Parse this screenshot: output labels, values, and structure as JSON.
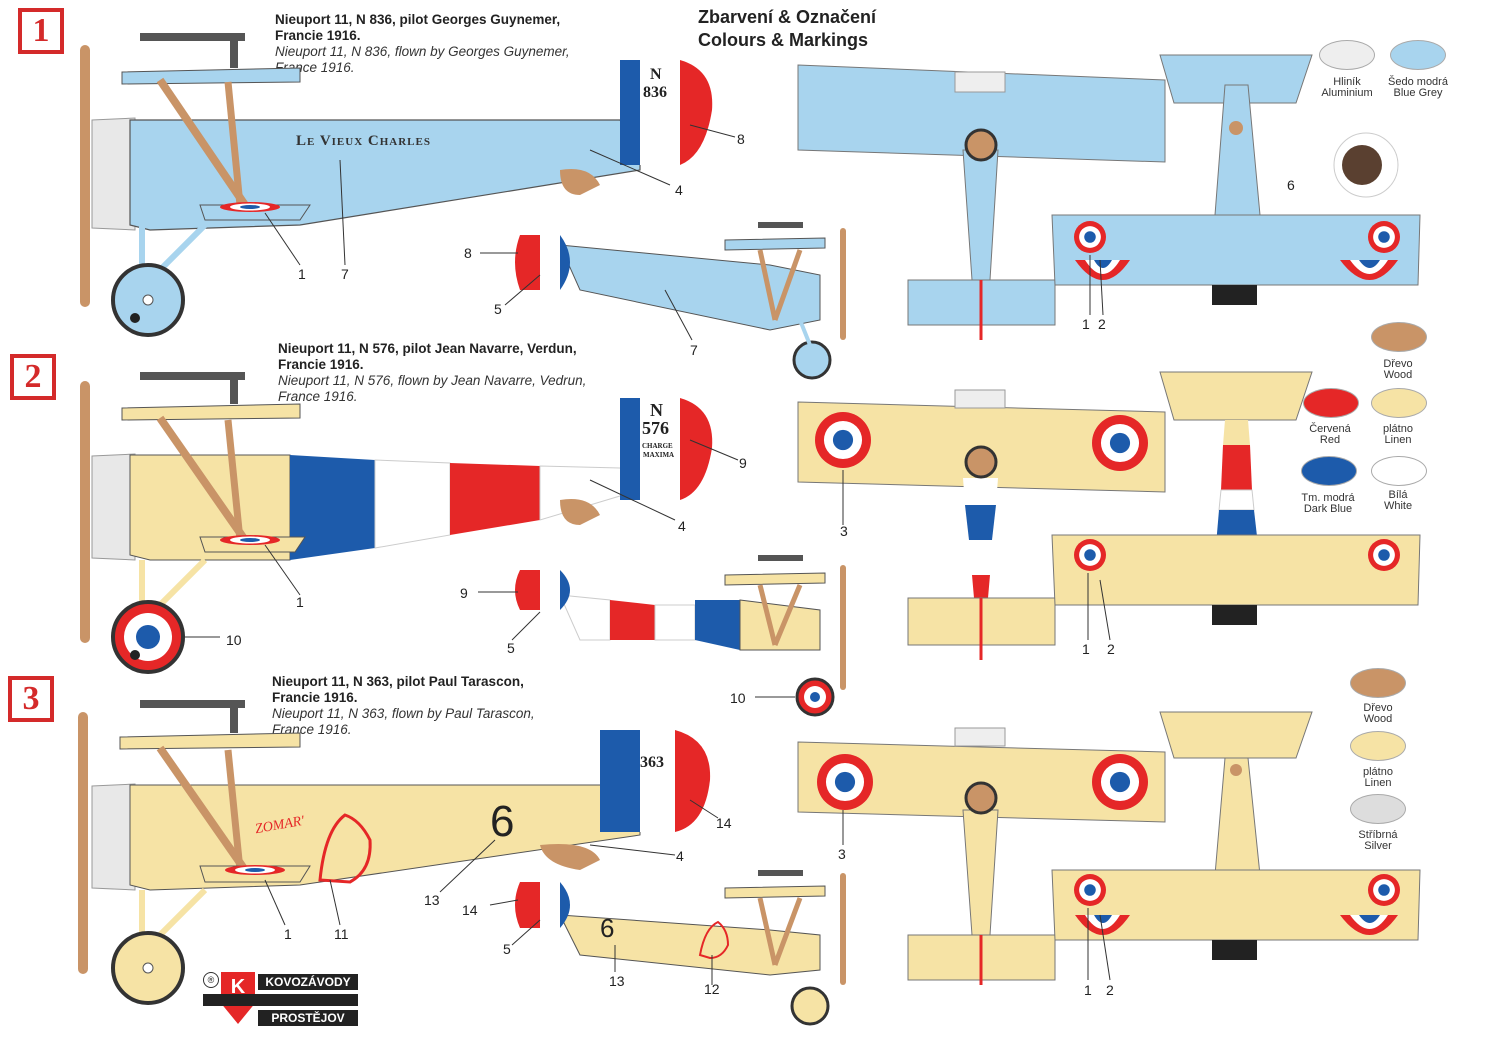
{
  "header": {
    "line1": "Zbarvení & Označení",
    "line2": "Colours & Markings"
  },
  "schemes": [
    {
      "badge": "1",
      "title_cz1": "Nieuport 11, N 836, pilot Georges Guynemer,",
      "title_cz2": "Francie 1916.",
      "title_en1": "Nieuport 11, N 836, flown by Georges Guynemer,",
      "title_en2": "France 1916.",
      "fuselage_text": "Le Vieux Charles",
      "rudder_letter": "N",
      "rudder_number": "836"
    },
    {
      "badge": "2",
      "title_cz1": "Nieuport 11, N 576, pilot Jean Navarre, Verdun,",
      "title_cz2": "Francie 1916.",
      "title_en1": "Nieuport 11, N 576, flown by Jean Navarre, Vedrun,",
      "title_en2": "France 1916.",
      "rudder_letter": "N",
      "rudder_number": "576",
      "rudder_sub1": "CHARGE",
      "rudder_sub2": "MAXIMA"
    },
    {
      "badge": "3",
      "title_cz1": "Nieuport 11, N 363, pilot Paul Tarascon,",
      "title_cz2": "Francie 1916.",
      "title_en1": "Nieuport 11, N 363, flown by Paul Tarascon,",
      "title_en2": "France 1916.",
      "rudder_number": "363",
      "fuselage_number": "6",
      "nose_text": "ZOMAR'"
    }
  ],
  "callouts": {
    "s1": [
      "1",
      "7",
      "4",
      "8",
      "8",
      "5",
      "7",
      "1",
      "2",
      "6"
    ],
    "s2": [
      "1",
      "10",
      "4",
      "9",
      "9",
      "5",
      "10",
      "3",
      "1",
      "2"
    ],
    "s3": [
      "1",
      "11",
      "13",
      "4",
      "14",
      "14",
      "5",
      "13",
      "12",
      "3",
      "1",
      "2"
    ]
  },
  "colours_1": [
    {
      "cz": "Hliník",
      "en": "Aluminium",
      "color": "#eeeeee"
    },
    {
      "cz": "Šedo modrá",
      "en": "Blue Grey",
      "color": "#a8d4ee"
    }
  ],
  "colours_2": [
    {
      "cz": "Dřevo",
      "en": "Wood",
      "color": "#c99467"
    },
    {
      "cz": "Červená",
      "en": "Red",
      "color": "#e52727"
    },
    {
      "cz": "plátno",
      "en": "Linen",
      "color": "#f6e3a5"
    },
    {
      "cz": "Tm. modrá",
      "en": "Dark Blue",
      "color": "#1d5bab"
    },
    {
      "cz": "Bílá",
      "en": "White",
      "color": "#ffffff"
    }
  ],
  "colours_3": [
    {
      "cz": "Dřevo",
      "en": "Wood",
      "color": "#c99467"
    },
    {
      "cz": "plátno",
      "en": "Linen",
      "color": "#f6e3a5"
    },
    {
      "cz": "Stříbrná",
      "en": "Silver",
      "color": "#dddddd"
    }
  ],
  "logo": {
    "mark": "K",
    "line1": "KOVOZÁVODY",
    "line2": "PROSTĚJOV"
  },
  "palette": {
    "blue_grey": "#a8d4ee",
    "linen": "#f6e3a5",
    "red": "#e52727",
    "dark_blue": "#1d5bab",
    "wood": "#c99467"
  }
}
